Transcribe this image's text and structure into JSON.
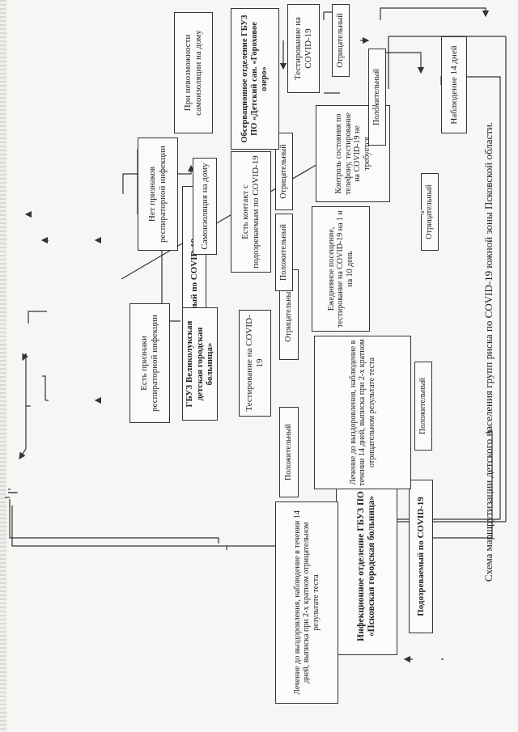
{
  "title": "Схема маршрутизации детского населения групп риска по COVID-19 южной зоны Псковской области.",
  "nodes": {
    "suspect": "Подозреваемый по COVID-19",
    "observed": "Наблюдаемый по COVID-19",
    "infect_dept": "Инфекционное отделение ГБУЗ ПО «Псковская городская больница»",
    "treat_main": "Лечение до выздоровления, наблюдение в течении 14 дней, выписка при 2-х кратном отрицательном результате теста",
    "resp_yes": "Есть признаки респираторной инфекции",
    "resp_no": "Нет признаков респираторной инфекции",
    "gbuz_vl": "ГБУЗ Великолукская детская городская больница»",
    "test1": "Тестирование на COVID-19",
    "pos1": "Положительный",
    "neg1": "Отрицательный",
    "treat_vl": "Лечение до выздоровления, наблюдение в течении 14 дней, выписка при 2-х кратном отрицательном результате теста",
    "self_iso": "Самоизоляция на дому",
    "no_self_iso": "При невозможности самоизоляции на дому",
    "contact": "Есть контакт с подозреваемым по COVID-19",
    "pos2": "Положительный",
    "neg2": "Отрицательный",
    "daily": "Ежедневное посещение, тестирование на COVID-19 на 1 и на 10 день",
    "phone": "Контроль состояния по телефону, тестирование на COVID-19 не требуется",
    "pos3": "Положительный",
    "neg3": "Отрицательный",
    "obs_dept": "Обсервационное отделение ГБУЗ ПО «Детский сан. «Гороховое озеро»",
    "test2": "Тестирование на COVID-19",
    "neg4": "Отрицательный",
    "pos4": "Положительный",
    "neg5": "Отрицательный",
    "pos5": "Положительный",
    "watch14": "Наблюдение 14 дней"
  }
}
